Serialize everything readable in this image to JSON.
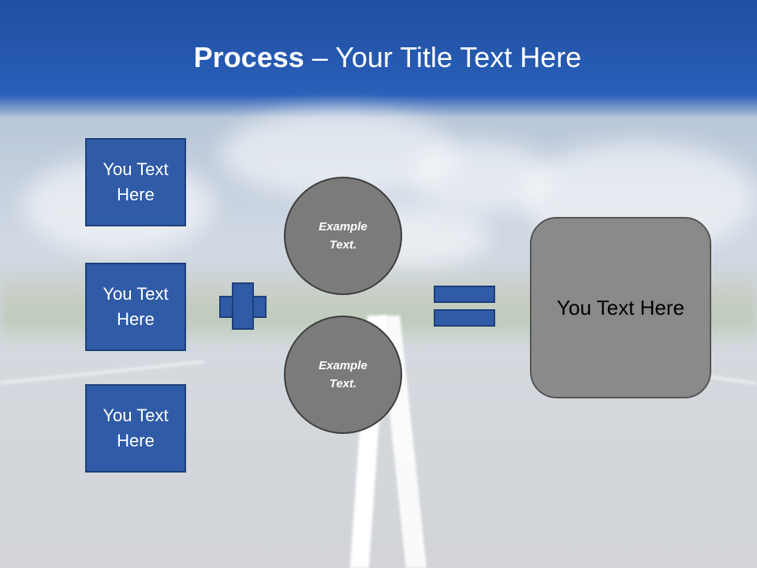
{
  "title": {
    "bold": "Process",
    "rest": " – Your Title Text Here"
  },
  "left_boxes": [
    {
      "label": "You Text Here"
    },
    {
      "label": "You Text Here"
    },
    {
      "label": "You Text Here"
    }
  ],
  "circles": [
    {
      "label": "Example Text."
    },
    {
      "label": "Example Text."
    }
  ],
  "result_box": {
    "label": "You Text Here"
  },
  "colors": {
    "box_fill": "#2f5ba7",
    "circle_fill": "#7b7b7b",
    "result_fill": "#8a8a8a",
    "title_text": "#ffffff"
  }
}
